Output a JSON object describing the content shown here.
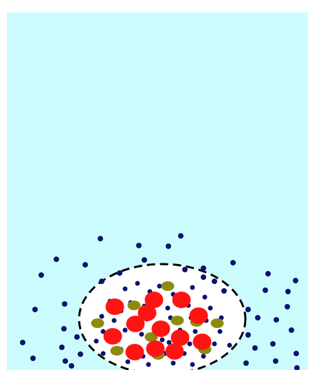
{
  "diagram": {
    "colors": {
      "page_background": "#ffffff",
      "medium_background": "#ccfbfd",
      "cluster_fill": "#ffffff",
      "cluster_border": "#000000",
      "small_particle": "#0b1270",
      "large_particle": "#ff1414",
      "medium_particle": "#8e8a0e"
    },
    "cluster_border_style": "dashed",
    "counts": {
      "large_particles": 13,
      "medium_particles": 11,
      "small_particles_outside": 42,
      "small_particles_inside": 48
    }
  }
}
